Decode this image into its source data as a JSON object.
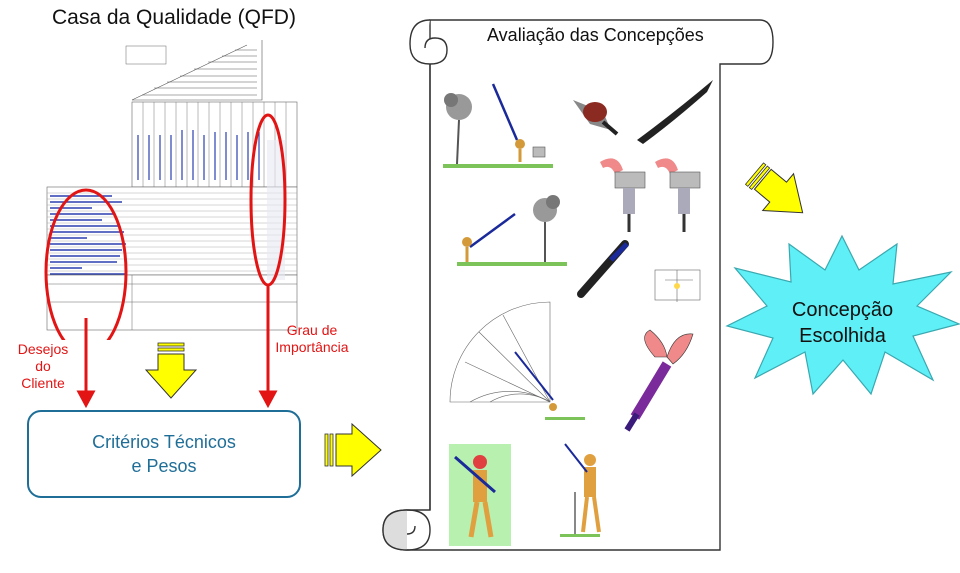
{
  "qfd": {
    "title": "Casa da Qualidade (QFD)",
    "desejos_label": "Desejos do Cliente",
    "grau_label": "Grau de Importância"
  },
  "criteria_box": {
    "line1": "Critérios Técnicos",
    "line2": "e Pesos"
  },
  "evaluation": {
    "title": "Avaliação das Concepções"
  },
  "result": {
    "line1": "Concepção",
    "line2": "Escolhida"
  },
  "colors": {
    "red": "#e21414",
    "blue": "#1f6e98",
    "arrow_yellow": "#ffff00",
    "star_cyan": "#5ef0f6"
  }
}
